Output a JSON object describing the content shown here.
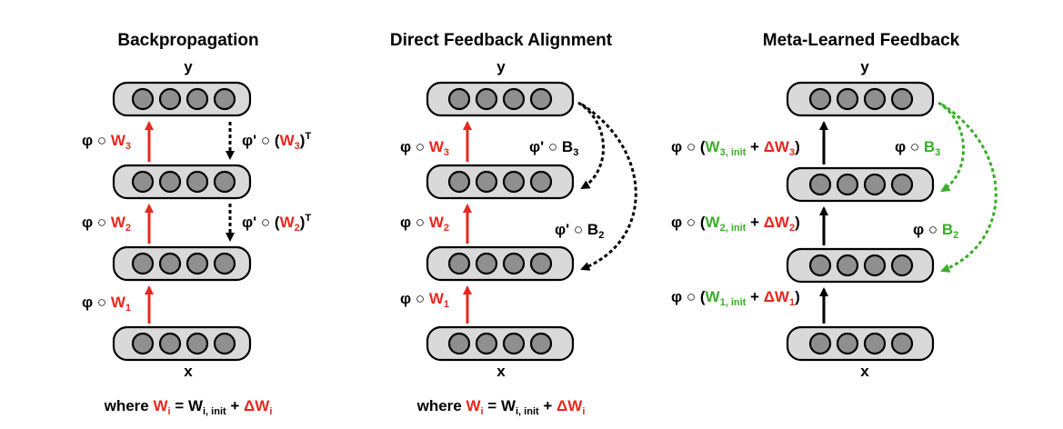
{
  "colors": {
    "red": "#e8281e",
    "green": "#3aae29",
    "black": "#000000",
    "layer_fill": "#d9d9d9",
    "neuron_fill": "#8f8f8f"
  },
  "panels": [
    {
      "title": "Backpropagation",
      "top_label": "y",
      "bottom_label": "x",
      "forward_labels": [
        [
          {
            "t": "φ ○ ",
            "c": "k"
          },
          {
            "t": "W",
            "c": "r"
          },
          {
            "t": "1",
            "c": "r",
            "sub": true
          }
        ],
        [
          {
            "t": "φ ○ ",
            "c": "k"
          },
          {
            "t": "W",
            "c": "r"
          },
          {
            "t": "2",
            "c": "r",
            "sub": true
          }
        ],
        [
          {
            "t": "φ ○ ",
            "c": "k"
          },
          {
            "t": "W",
            "c": "r"
          },
          {
            "t": "3",
            "c": "r",
            "sub": true
          }
        ]
      ],
      "feedback_labels": [
        [
          {
            "t": "φ' ○ (",
            "c": "k"
          },
          {
            "t": "W",
            "c": "r"
          },
          {
            "t": "3",
            "c": "r",
            "sub": true
          },
          {
            "t": ")",
            "c": "k"
          },
          {
            "t": "T",
            "c": "k",
            "sup": true
          }
        ],
        [
          {
            "t": "φ' ○ (",
            "c": "k"
          },
          {
            "t": "W",
            "c": "r"
          },
          {
            "t": "2",
            "c": "r",
            "sub": true
          },
          {
            "t": ")",
            "c": "k"
          },
          {
            "t": "T",
            "c": "k",
            "sup": true
          }
        ]
      ],
      "footnote": [
        {
          "t": "where ",
          "c": "k"
        },
        {
          "t": "W",
          "c": "r"
        },
        {
          "t": "i",
          "c": "r",
          "sub": true
        },
        {
          "t": " = W",
          "c": "k"
        },
        {
          "t": "i, init",
          "c": "k",
          "sub": true
        },
        {
          "t": " + ",
          "c": "k"
        },
        {
          "t": "ΔW",
          "c": "r"
        },
        {
          "t": "i",
          "c": "r",
          "sub": true
        }
      ]
    },
    {
      "title": "Direct Feedback Alignment",
      "top_label": "y",
      "bottom_label": "x",
      "forward_labels": [
        [
          {
            "t": "φ ○ ",
            "c": "k"
          },
          {
            "t": "W",
            "c": "r"
          },
          {
            "t": "1",
            "c": "r",
            "sub": true
          }
        ],
        [
          {
            "t": "φ ○ ",
            "c": "k"
          },
          {
            "t": "W",
            "c": "r"
          },
          {
            "t": "2",
            "c": "r",
            "sub": true
          }
        ],
        [
          {
            "t": "φ ○ ",
            "c": "k"
          },
          {
            "t": "W",
            "c": "r"
          },
          {
            "t": "3",
            "c": "r",
            "sub": true
          }
        ]
      ],
      "feedback_labels": [
        [
          {
            "t": "φ' ○ B",
            "c": "k"
          },
          {
            "t": "3",
            "c": "k",
            "sub": true
          }
        ],
        [
          {
            "t": "φ' ○ B",
            "c": "k"
          },
          {
            "t": "2",
            "c": "k",
            "sub": true
          }
        ]
      ],
      "footnote": [
        {
          "t": "where ",
          "c": "k"
        },
        {
          "t": "W",
          "c": "r"
        },
        {
          "t": "i",
          "c": "r",
          "sub": true
        },
        {
          "t": " = W",
          "c": "k"
        },
        {
          "t": "i, init",
          "c": "k",
          "sub": true
        },
        {
          "t": " + ",
          "c": "k"
        },
        {
          "t": "ΔW",
          "c": "r"
        },
        {
          "t": "i",
          "c": "r",
          "sub": true
        }
      ]
    },
    {
      "title": "Meta-Learned Feedback",
      "top_label": "y",
      "bottom_label": "x",
      "forward_labels": [
        [
          {
            "t": "φ ○ (",
            "c": "k"
          },
          {
            "t": "W",
            "c": "g"
          },
          {
            "t": "1, init",
            "c": "g",
            "sub": true
          },
          {
            "t": " + ",
            "c": "k"
          },
          {
            "t": "ΔW",
            "c": "r"
          },
          {
            "t": "1",
            "c": "r",
            "sub": true
          },
          {
            "t": ")",
            "c": "k"
          }
        ],
        [
          {
            "t": "φ ○ (",
            "c": "k"
          },
          {
            "t": "W",
            "c": "g"
          },
          {
            "t": "2, init",
            "c": "g",
            "sub": true
          },
          {
            "t": " + ",
            "c": "k"
          },
          {
            "t": "ΔW",
            "c": "r"
          },
          {
            "t": "2",
            "c": "r",
            "sub": true
          },
          {
            "t": ")",
            "c": "k"
          }
        ],
        [
          {
            "t": "φ ○ (",
            "c": "k"
          },
          {
            "t": "W",
            "c": "g"
          },
          {
            "t": "3, init",
            "c": "g",
            "sub": true
          },
          {
            "t": " + ",
            "c": "k"
          },
          {
            "t": "ΔW",
            "c": "r"
          },
          {
            "t": "3",
            "c": "r",
            "sub": true
          },
          {
            "t": ")",
            "c": "k"
          }
        ]
      ],
      "feedback_labels": [
        [
          {
            "t": "φ ○ ",
            "c": "k"
          },
          {
            "t": "B",
            "c": "g"
          },
          {
            "t": "3",
            "c": "g",
            "sub": true
          }
        ],
        [
          {
            "t": "φ ○ ",
            "c": "k"
          },
          {
            "t": "B",
            "c": "g"
          },
          {
            "t": "2",
            "c": "g",
            "sub": true
          }
        ]
      ],
      "footnote": []
    }
  ]
}
